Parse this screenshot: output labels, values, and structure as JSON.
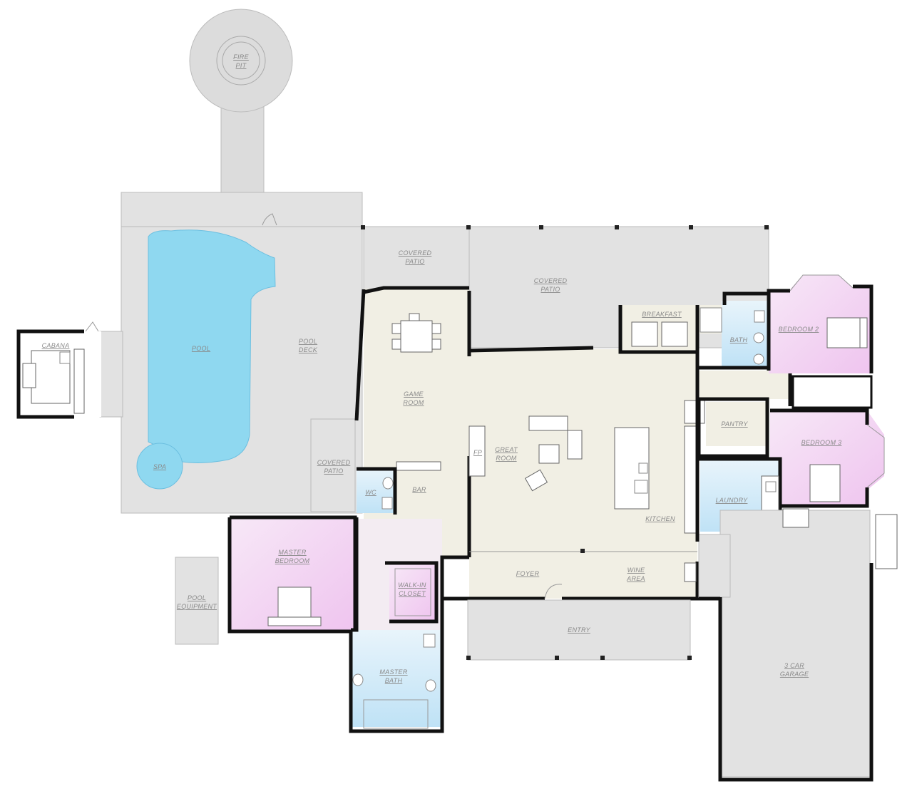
{
  "rooms": {
    "fire_pit": [
      "FIRE",
      "PIT"
    ],
    "pool": "POOL",
    "pool_deck": [
      "POOL",
      "DECK"
    ],
    "spa": "SPA",
    "cabana": "CABANA",
    "covered_patio_top": [
      "COVERED",
      "PATIO"
    ],
    "covered_patio_main": [
      "COVERED",
      "PATIO"
    ],
    "covered_patio_side": [
      "COVERED",
      "PATIO"
    ],
    "game_room": [
      "GAME",
      "ROOM"
    ],
    "great_room": [
      "GREAT",
      "ROOM"
    ],
    "fp": "FP",
    "breakfast": "BREAKFAST",
    "bath": "BATH",
    "bedroom_2": "BEDROOM 2",
    "pantry": "PANTRY",
    "bedroom_3": "BEDROOM 3",
    "laundry": "LAUNDRY",
    "kitchen": "KITCHEN",
    "wc": "WC",
    "bar": "BAR",
    "master_bedroom": [
      "MASTER",
      "BEDROOM"
    ],
    "pool_equipment": [
      "POOL",
      "EQUIPMENT"
    ],
    "walk_in_closet": [
      "WALK-IN",
      "CLOSET"
    ],
    "foyer": "FOYER",
    "wine_area": [
      "WINE",
      "AREA"
    ],
    "entry": "ENTRY",
    "master_bath": [
      "MASTER",
      "BATH"
    ],
    "garage": [
      "3 CAR",
      "GARAGE"
    ]
  },
  "colors": {
    "paving": "#e2e2e2",
    "interior": "#f1efe4",
    "pool_water": "#8fd8f0",
    "bedroom_pink": "#f3d6f2",
    "bath_blue": "#cfe8f8",
    "wall": "#111111"
  }
}
